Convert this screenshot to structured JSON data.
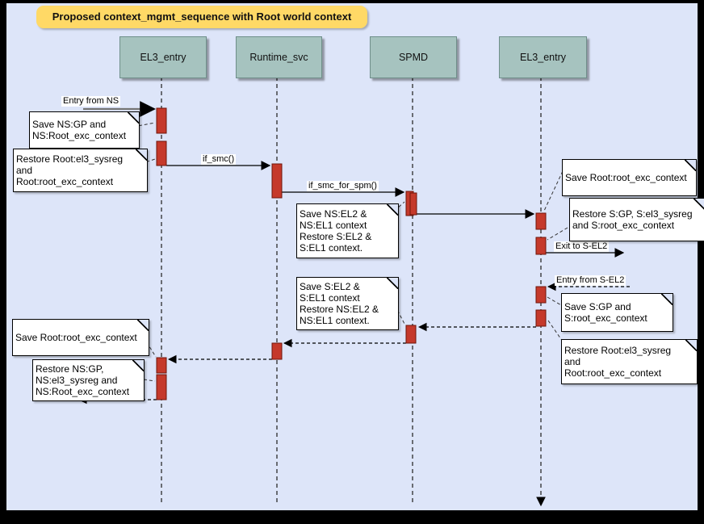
{
  "diagram": {
    "title": "Proposed context_mgmt_sequence with Root world context"
  },
  "lifelines": [
    {
      "label": "EL3_entry"
    },
    {
      "label": "Runtime_svc"
    },
    {
      "label": "SPMD"
    },
    {
      "label": "EL3_entry"
    }
  ],
  "messages": {
    "entry_from_ns": "Entry from NS",
    "if_smc": "if_smc()",
    "if_smc_for_spm": "if_smc_for_spm()",
    "exit_to_s_el2": "Exit to S-EL2",
    "entry_from_s_el2": "Entry from S-EL2"
  },
  "notes": {
    "save_ns_gp": "Save NS:GP and\nNS:Root_exc_context",
    "restore_root_left": "Restore Root:el3_sysreg\nand\nRoot:root_exc_context",
    "save_ns_el2": "Save NS:EL2 &\nNS:EL1 context\nRestore S:EL2 &\nS:EL1 context.",
    "save_root_right": "Save Root:root_exc_context",
    "restore_s_gp": "Restore S:GP, S:el3_sysreg\nand S:root_exc_context",
    "save_s_gp": "Save S:GP and\nS:root_exc_context",
    "restore_root_right": "Restore Root:el3_sysreg\nand\nRoot:root_exc_context",
    "save_s_el2": "Save S:EL2 &\nS:EL1 context\nRestore NS:EL2 &\nNS:EL1 context.",
    "save_root_left": "Save Root:root_exc_context",
    "restore_ns_gp": "Restore NS:GP,\nNS:el3_sysreg and\nNS:Root_exc_context"
  },
  "colors": {
    "frame": "#000000",
    "canvas_bg": "#dde5f9",
    "title_bg": "#ffd966",
    "lifeline_header_fill": "#a6c3bf",
    "lifeline_header_border": "#6f8f8a",
    "activation_fill": "#c5392b",
    "activation_border": "#6e150a",
    "note_bg": "#ffffff"
  }
}
